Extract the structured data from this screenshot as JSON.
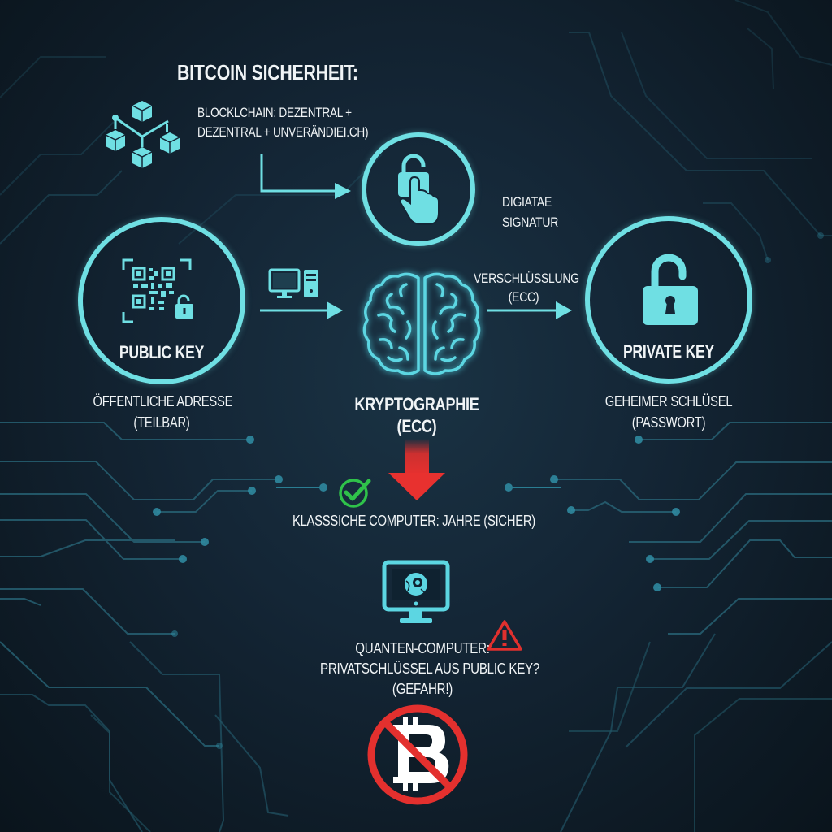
{
  "title": "BITCOIN SICHERHEIT:",
  "blockchain": {
    "line1": "BLOCKLCHAIN: DEZENTRAL +",
    "line2": "DEZENTRAL + UNVERÄNDIEI.CH)",
    "icon": "blockchain-cubes-icon"
  },
  "signature": {
    "line1": "DIGIATAE",
    "line2": "SIGNATUR",
    "icon": "lock-finger-touch-icon"
  },
  "public_key": {
    "label": "PUBLIC KEY",
    "sub1": "ÖFFENTLICHE ADRESSE",
    "sub2": "(TEILBAR)",
    "icon": "qr-code-lock-icon"
  },
  "crypto": {
    "line1": "KRYPTOGRAPHIE",
    "line2": "(ECC)",
    "icon": "brain-icon"
  },
  "encryption": {
    "line1": "VERSCHLÜSSLUNG",
    "line2": "(ECC)"
  },
  "private_key": {
    "label": "PRIVATE KEY",
    "sub1": "GEHEIMER SCHLÜSEL",
    "sub2": "(PASSWORT)",
    "icon": "padlock-open-icon"
  },
  "classic": {
    "text": "KLASSSICHE COMPUTER: JAHRE (SICHER)",
    "icon": "check-circle-icon"
  },
  "quantum": {
    "line1": "QUANTEN-COMPUTER:",
    "line2": "PRIVATSCHLÜSSEL AUS PUBLIC KEY?",
    "line3": "(GEFAHR!)",
    "icon": "quantum-monitor-icon",
    "warning_icon": "warning-triangle-icon"
  },
  "forbidden": {
    "icon": "no-bitcoin-icon",
    "glyph": "B"
  },
  "colors": {
    "accent": "#6fdfe3",
    "background": "#142636",
    "danger": "#e0302e",
    "success": "#2fc24a",
    "circuit": "#2a6a7c"
  }
}
